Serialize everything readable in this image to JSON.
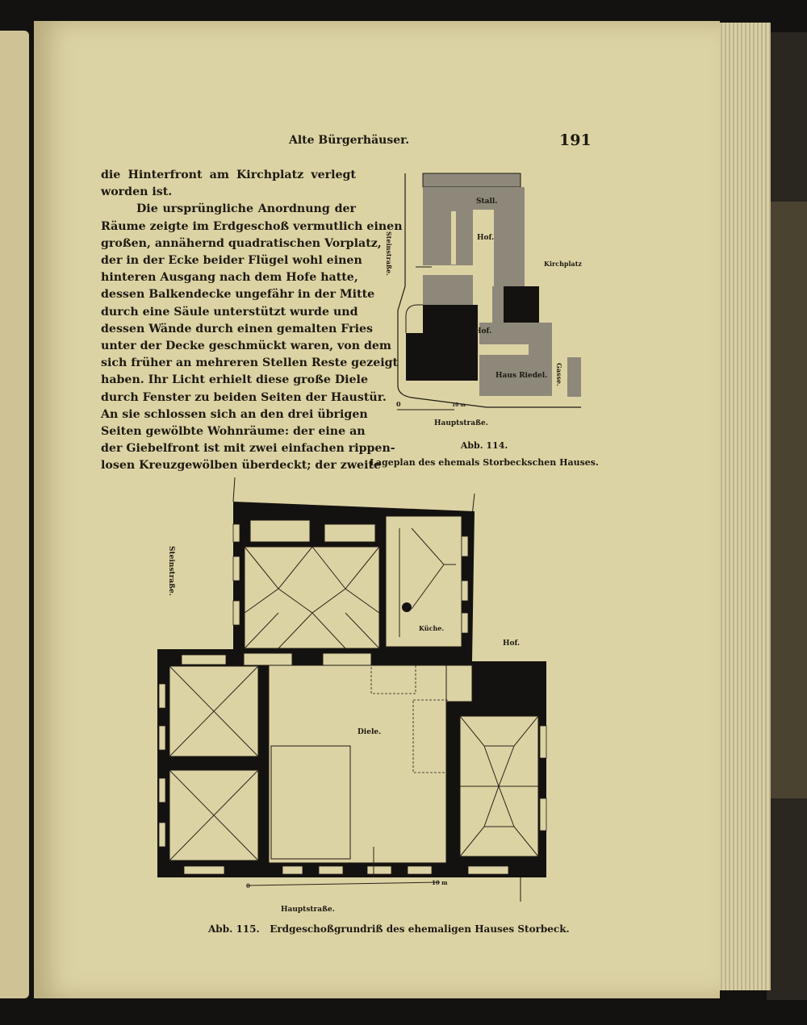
{
  "header": {
    "running_head": "Alte Bürgerhäuser.",
    "page_number": "191"
  },
  "body_lines": [
    "die Hinterfront am Kirchplatz verlegt",
    "worden ist.",
    "Die ursprüngliche Anordnung der",
    "Räume zeigte im Erdgeschoß vermutlich einen",
    "großen, annähernd quadratischen Vorplatz,",
    "der in der Ecke beider Flügel wohl einen",
    "hinteren Ausgang nach dem Hofe hatte,",
    "dessen Balkendecke ungefähr in der Mitte",
    "durch eine Säule unterstützt wurde und",
    "dessen Wände durch einen gemalten Fries",
    "unter der Decke geschmückt waren, von dem",
    "sich früher an mehreren Stellen Reste gezeigt",
    "haben. Ihr Licht erhielt diese große Diele",
    "durch Fenster zu beiden Seiten der Haustür.",
    "An sie schlossen sich an den drei übrigen",
    "Seiten gewölbte Wohnräume: der eine an",
    "der Giebelfront ist mit zwei einfachen rippen-",
    "losen Kreuzgewölben überdeckt; der zweite"
  ],
  "figure_114": {
    "labels": {
      "stall": "Stall.",
      "hof_top": "Hof.",
      "kirchplatz": "Kirchplatz",
      "hof_mid": "Hof.",
      "haus_riedel": "Haus Riedel.",
      "gasse": "Gasse.",
      "steinstrasse": "Steinstraße.",
      "hauptstrasse": "Hauptstraße.",
      "scale_zero": "0",
      "scale_end": "10 m"
    },
    "number": "Abb. 114.",
    "caption": "Lageplan des ehemals Storbeckschen Hauses."
  },
  "figure_115": {
    "labels": {
      "steinstrasse": "Steinstraße.",
      "kueche": "Küche.",
      "hof": "Hof.",
      "diele": "Diele.",
      "hauptstrasse": "Hauptstraße.",
      "scale_zero": "0",
      "scale_end": "10 m"
    },
    "caption": "Abb. 115.   Erdgeschoßgrundriß des ehemaligen Hauses Storbeck."
  }
}
